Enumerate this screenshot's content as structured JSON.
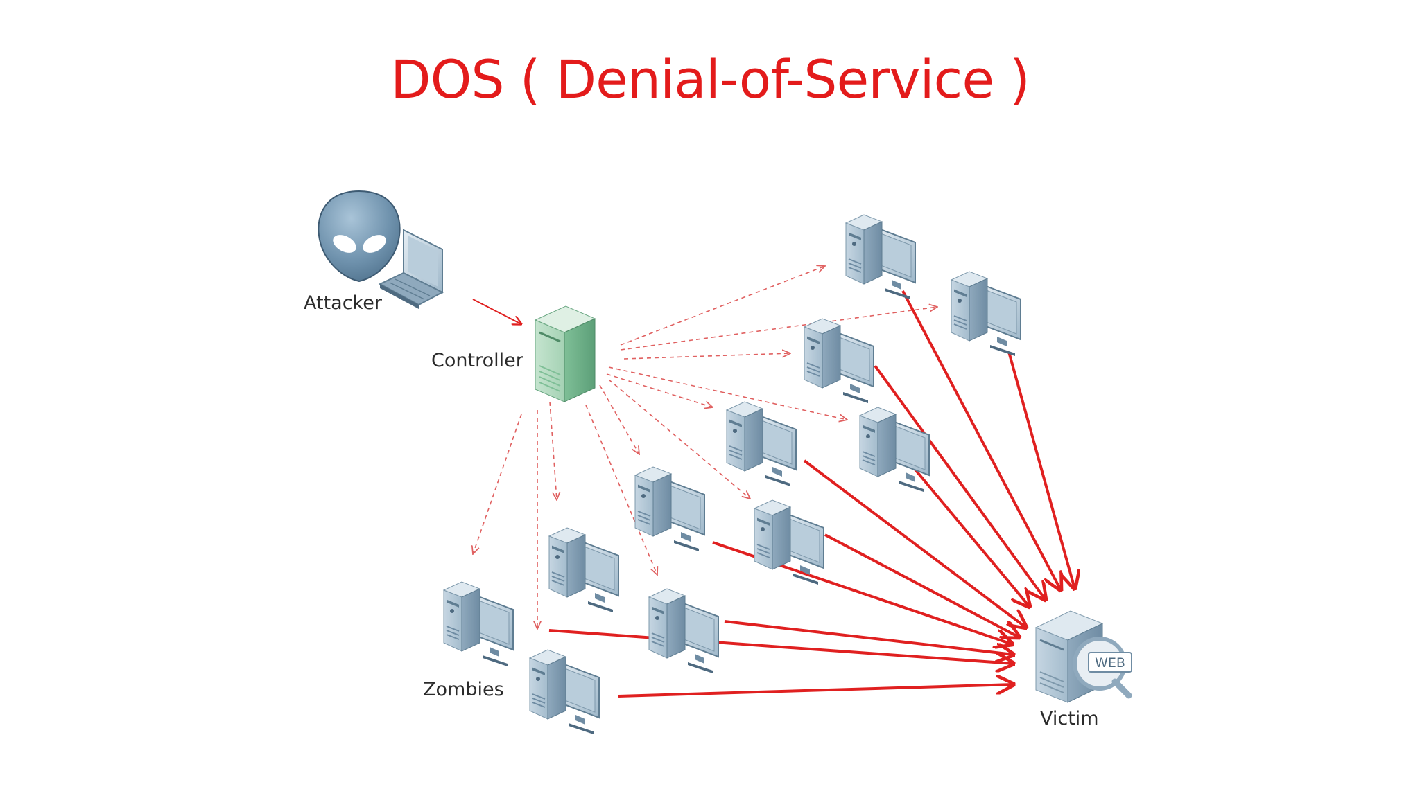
{
  "title": "DOS ( Denial-of-Service )",
  "labels": {
    "attacker": "Attacker",
    "controller": "Controller",
    "zombies": "Zombies",
    "victim": "Victim",
    "web_badge": "WEB"
  },
  "colors": {
    "title": "#e31b1b",
    "attack_arrow": "#e02020",
    "command_arrow": "#e06060",
    "controller_server": "#8fc8a4",
    "zombie_pc": "#a9c2d4"
  },
  "icons": {
    "attacker": "alien-laptop-icon",
    "controller": "server-tower-icon",
    "zombie": "desktop-computer-icon",
    "victim": "web-server-icon"
  }
}
